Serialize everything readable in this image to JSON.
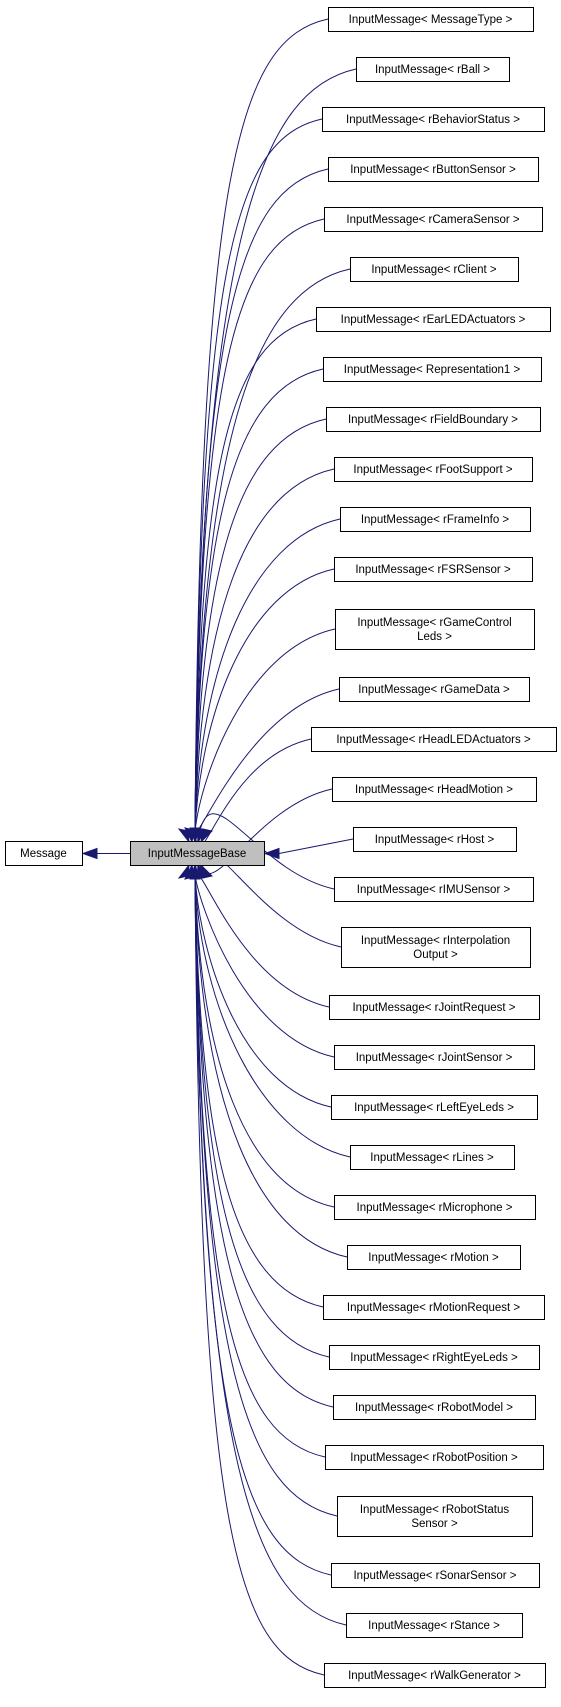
{
  "diagram": {
    "base": "Message",
    "center": "InputMessageBase",
    "derived": [
      [
        "InputMessage< MessageType >"
      ],
      [
        "InputMessage< rBall >"
      ],
      [
        "InputMessage< rBehaviorStatus >"
      ],
      [
        "InputMessage< rButtonSensor >"
      ],
      [
        "InputMessage< rCameraSensor >"
      ],
      [
        "InputMessage< rClient >"
      ],
      [
        "InputMessage< rEarLEDActuators >"
      ],
      [
        "InputMessage< Representation1 >"
      ],
      [
        "InputMessage< rFieldBoundary >"
      ],
      [
        "InputMessage< rFootSupport >"
      ],
      [
        "InputMessage< rFrameInfo >"
      ],
      [
        "InputMessage< rFSRSensor >"
      ],
      [
        "InputMessage< rGameControl",
        "Leds >"
      ],
      [
        "InputMessage< rGameData >"
      ],
      [
        "InputMessage< rHeadLEDActuators >"
      ],
      [
        "InputMessage< rHeadMotion >"
      ],
      [
        "InputMessage< rHost >"
      ],
      [
        "InputMessage< rIMUSensor >"
      ],
      [
        "InputMessage< rInterpolation",
        "Output >"
      ],
      [
        "InputMessage< rJointRequest >"
      ],
      [
        "InputMessage< rJointSensor >"
      ],
      [
        "InputMessage< rLeftEyeLeds >"
      ],
      [
        "InputMessage< rLines >"
      ],
      [
        "InputMessage< rMicrophone >"
      ],
      [
        "InputMessage< rMotion >"
      ],
      [
        "InputMessage< rMotionRequest >"
      ],
      [
        "InputMessage< rRightEyeLeds >"
      ],
      [
        "InputMessage< rRobotModel >"
      ],
      [
        "InputMessage< rRobotPosition >"
      ],
      [
        "InputMessage< rRobotStatus",
        "Sensor >"
      ],
      [
        "InputMessage< rSonarSensor >"
      ],
      [
        "InputMessage< rStance >"
      ],
      [
        "InputMessage< rWalkGenerator >"
      ]
    ]
  },
  "colors": {
    "edge": "#191970",
    "highlight_fill": "#bfbfbf",
    "node_fill": "#ffffff",
    "node_stroke": "#000000"
  }
}
